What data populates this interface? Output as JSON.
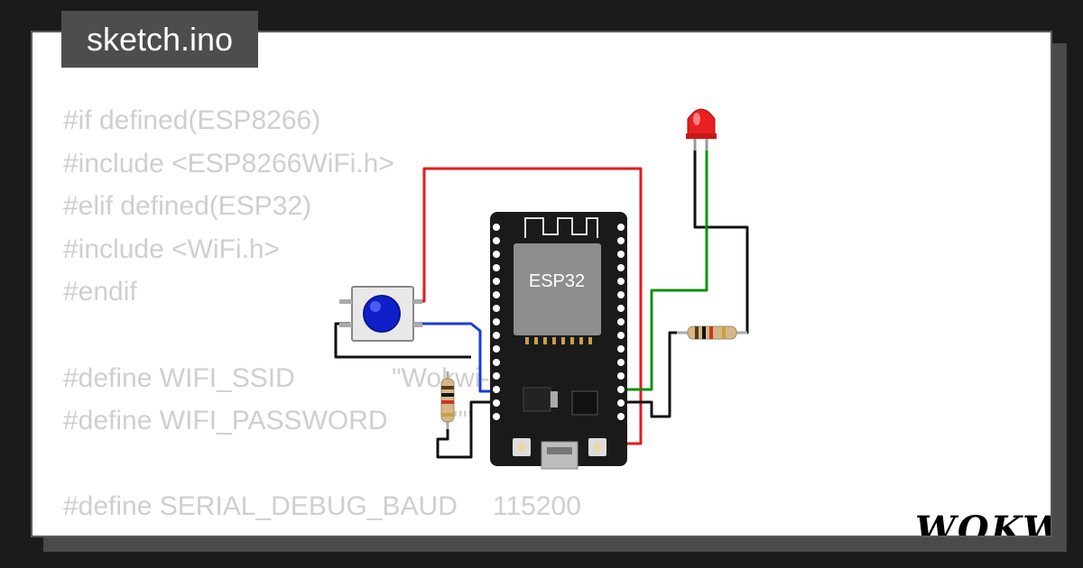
{
  "editor": {
    "filename": "sketch.ino",
    "code_lines": [
      {
        "text": "#if defined(ESP8266)",
        "value": ""
      },
      {
        "text": "#include <ESP8266WiFi.h>",
        "value": ""
      },
      {
        "text": "#elif defined(ESP32)",
        "value": ""
      },
      {
        "text": "#include <WiFi.h>",
        "value": ""
      },
      {
        "text": "#endif",
        "value": ""
      },
      {
        "text": "",
        "value": ""
      },
      {
        "text": "#define WIFI_SSID",
        "value": "\"Wokwi-GUEST\""
      },
      {
        "text": "#define WIFI_PASSWORD",
        "value": "\"\""
      },
      {
        "text": "",
        "value": ""
      },
      {
        "text": "#define SERIAL_DEBUG_BAUD",
        "value": "115200"
      }
    ]
  },
  "circuit": {
    "board_label": "ESP32",
    "wire_colors": {
      "red": "#e41b1b",
      "blue": "#1a3bd8",
      "green": "#109010",
      "black": "#111111"
    }
  },
  "brand": {
    "logo": "WOKWi"
  }
}
